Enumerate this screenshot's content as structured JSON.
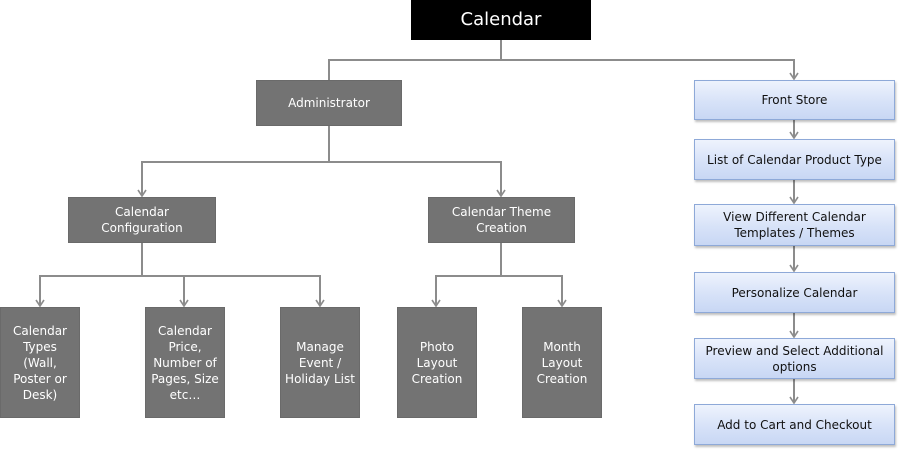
{
  "diagram": {
    "root": {
      "lines": [
        "Calendar"
      ]
    },
    "administrator": {
      "lines": [
        "Administrator"
      ]
    },
    "calendar_configuration": {
      "lines": [
        "Calendar Configuration"
      ]
    },
    "calendar_theme_creation": {
      "lines": [
        "Calendar Theme",
        "Creation"
      ]
    },
    "calendar_types": {
      "lines": [
        "Calendar",
        "Types",
        "(Wall,",
        "Poster or",
        "Desk)"
      ]
    },
    "calendar_price": {
      "lines": [
        "Calendar",
        "Price,",
        "Number of",
        "Pages, Size",
        "etc…"
      ]
    },
    "manage_event": {
      "lines": [
        "Manage",
        "Event /",
        "Holiday List"
      ]
    },
    "photo_layout": {
      "lines": [
        "Photo",
        "Layout",
        "Creation"
      ]
    },
    "month_layout": {
      "lines": [
        "Month",
        "Layout",
        "Creation"
      ]
    },
    "front_store": {
      "lines": [
        "Front Store"
      ]
    },
    "list_product_type": {
      "lines": [
        "List of Calendar Product Type"
      ]
    },
    "view_templates": {
      "lines": [
        "View Different Calendar",
        "Templates / Themes"
      ]
    },
    "personalize": {
      "lines": [
        "Personalize Calendar"
      ]
    },
    "preview_select": {
      "lines": [
        "Preview and Select Additional",
        "options"
      ]
    },
    "add_to_cart": {
      "lines": [
        "Add to Cart and Checkout"
      ]
    }
  },
  "colors": {
    "root_fill": "#000000",
    "gray_fill": "#737373",
    "blue_fill": "#d7e2f8",
    "blue_border": "#8ea9d8",
    "connector": "#8c8c8c"
  }
}
